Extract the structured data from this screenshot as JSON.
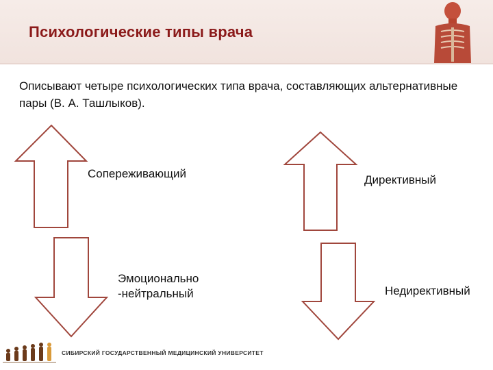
{
  "slide": {
    "title": "Психологические типы врача",
    "intro": "Описывают четыре психологических типа врача, составляющих альтернативные пары (В. А. Ташлыков).",
    "pairs": [
      {
        "up_label": "Сопереживающий",
        "down_label_line1": "Эмоционально",
        "down_label_line2": "-нейтральный"
      },
      {
        "up_label": "Директивный",
        "down_label": "Недирективный"
      }
    ],
    "footer": "СИБИРСКИЙ ГОСУДАРСТВЕННЫЙ МЕДИЦИНСКИЙ УНИВЕРСИТЕТ",
    "colors": {
      "title": "#8b1a1a",
      "arrow_stroke": "#a0463c",
      "header_bg": "#f3e6e2"
    }
  }
}
